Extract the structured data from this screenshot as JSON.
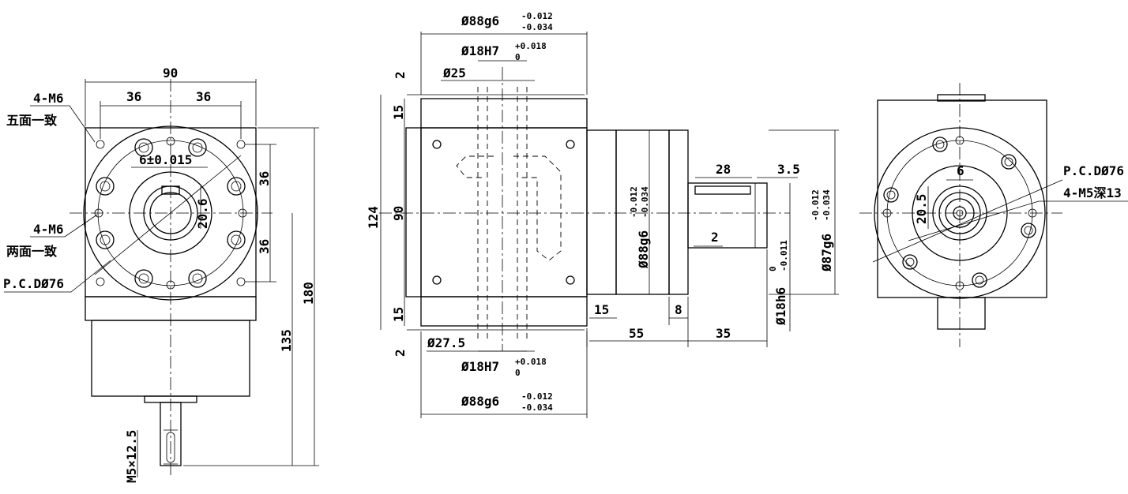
{
  "left_view": {
    "width": "90",
    "half1": "36",
    "half2": "36",
    "tap1_a": "4-M6",
    "tap1_b": "五面一致",
    "tap2_a": "4-M6",
    "tap2_b": "两面一致",
    "pcd": "P.C.DØ76",
    "key": "6±0.015",
    "keyh": "20.6",
    "v36a": "36",
    "v36b": "36",
    "h180": "180",
    "h135": "135",
    "m5": "M5×12.5"
  },
  "mid_view": {
    "top_dia": "Ø88g6",
    "top_tol_u": "-0.012",
    "top_tol_l": "-0.034",
    "bore_top": "Ø18H7",
    "bore_tol_u": "+0.018",
    "bore_tol_l": "0",
    "d25": "Ø25",
    "v2a": "2",
    "v15a": "15",
    "v124": "124",
    "v90": "90",
    "v15b": "15",
    "v2b": "2",
    "d275": "Ø27.5",
    "bore_bot": "Ø18H7",
    "bore_bot_tol_u": "+0.018",
    "bore_bot_tol_l": "0",
    "bot_dia": "Ø88g6",
    "bot_tol_u": "-0.012",
    "bot_tol_l": "-0.034",
    "pilot": "Ø88g6",
    "pilot_tol_u": "-0.012",
    "pilot_tol_l": "-0.034",
    "k28": "28",
    "k35dot": "3.5",
    "k2": "2",
    "shaft": "Ø18h6",
    "shaft_tol_u": "0",
    "shaft_tol_l": "-0.011",
    "flange": "Ø87g6",
    "flange_tol_u": "-0.012",
    "flange_tol_l": "-0.034",
    "h15": "15",
    "h8": "8",
    "h55": "55",
    "h35": "35"
  },
  "right_view": {
    "key": "6",
    "keyh": "20.5",
    "pcd": "P.C.DØ76",
    "tap": "4-M5深13"
  }
}
